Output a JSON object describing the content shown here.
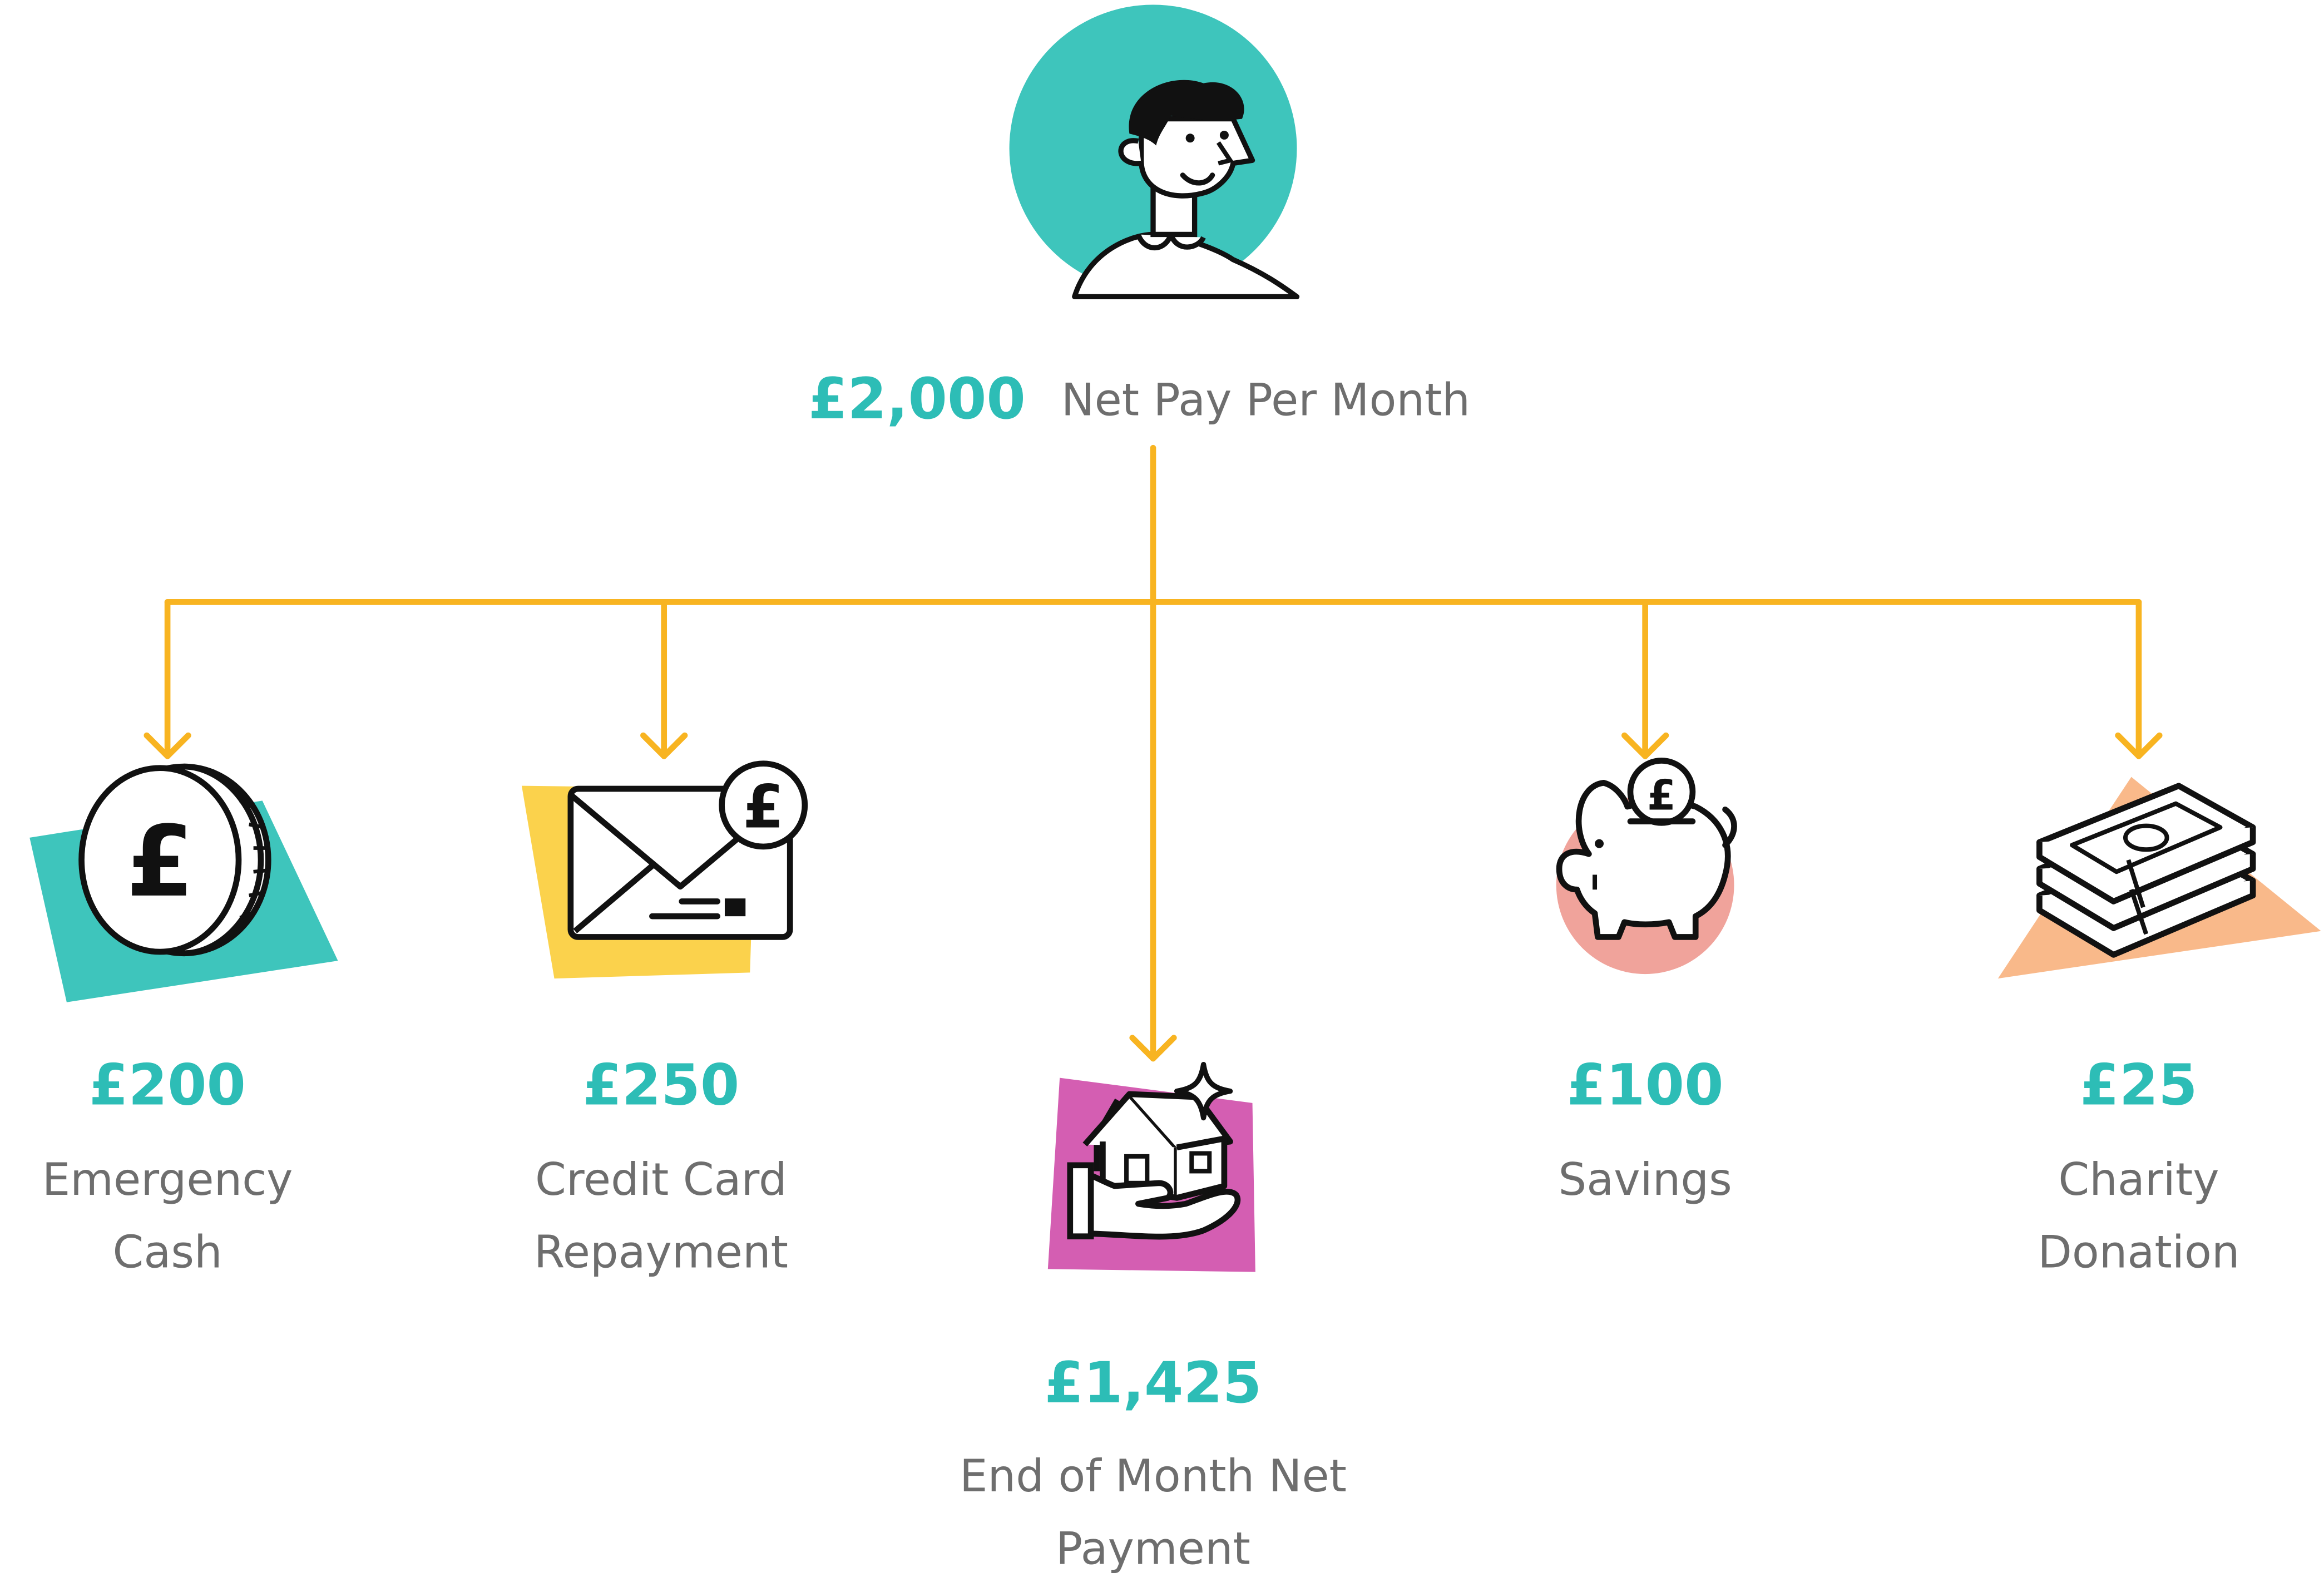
{
  "colors": {
    "amount": "#2dbdb6",
    "label": "#6e6e6e",
    "arrow": "#f8b421",
    "teal": "#3ec5bc",
    "yellow": "#fbd24c",
    "magenta": "#d45eb2",
    "pink": "#f0a39b",
    "peach": "#f9b98a",
    "ink": "#111111"
  },
  "top": {
    "amount": "£2,000",
    "label": "Net Pay Per Month",
    "icon": "person-avatar-icon"
  },
  "items": [
    {
      "amount": "£200",
      "label_lines": [
        "Emergency",
        "Cash"
      ],
      "icon": "pound-coin-icon"
    },
    {
      "amount": "£250",
      "label_lines": [
        "Credit Card",
        "Repayment"
      ],
      "icon": "envelope-pound-icon"
    },
    {
      "amount": "£1,425",
      "label_lines": [
        "End of Month Net",
        "Payment"
      ],
      "icon": "house-in-hand-icon"
    },
    {
      "amount": "£100",
      "label_lines": [
        "Savings"
      ],
      "icon": "piggy-bank-icon"
    },
    {
      "amount": "£25",
      "label_lines": [
        "Charity",
        "Donation"
      ],
      "icon": "cash-stack-icon"
    }
  ]
}
